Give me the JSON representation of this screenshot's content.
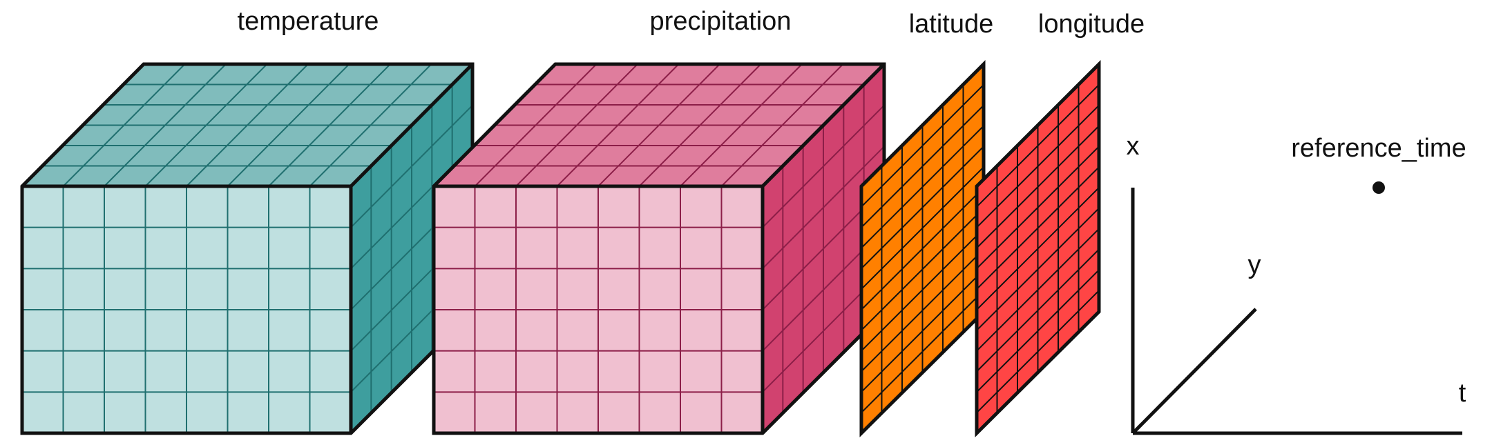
{
  "labels": {
    "temperature": "temperature",
    "precipitation": "precipitation",
    "latitude": "latitude",
    "longitude": "longitude",
    "axis_x": "x",
    "axis_y": "y",
    "axis_t": "t",
    "reference_time": "reference_time"
  },
  "colors": {
    "temperature_front": "#bfe0e0",
    "temperature_top": "#80bcbc",
    "temperature_side": "#3e9e9e",
    "temperature_grid": "#1f6f6f",
    "precipitation_front": "#f0c0d0",
    "precipitation_top": "#df7d9d",
    "precipitation_side": "#d1426f",
    "precipitation_grid": "#8c1e48",
    "latitude_fill": "#ff8000",
    "longitude_fill": "#ff4545",
    "outline": "#111111"
  },
  "grid_cells": {
    "cube_front_cols": 8,
    "cube_front_rows": 6,
    "cube_depth_cells": 6,
    "plane_cols": 6,
    "plane_rows": 12
  }
}
